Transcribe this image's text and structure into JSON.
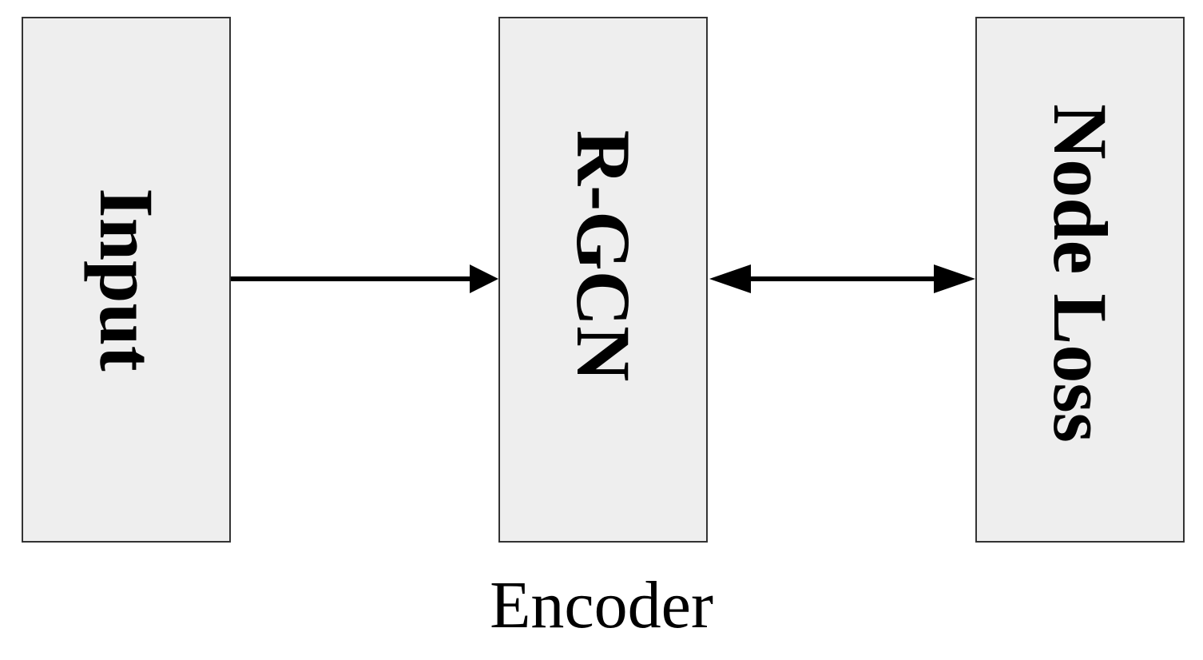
{
  "diagram": {
    "nodes": [
      {
        "id": "input",
        "label": "Input"
      },
      {
        "id": "rgcn",
        "label": "R-GCN"
      },
      {
        "id": "node_loss",
        "label": "Node Loss"
      }
    ],
    "edges": [
      {
        "from": "input",
        "to": "rgcn",
        "direction": "forward"
      },
      {
        "from": "rgcn",
        "to": "node_loss",
        "direction": "bidirectional"
      }
    ],
    "caption": "Encoder",
    "colors": {
      "block_fill": "#eeeeee",
      "block_border": "#333333",
      "arrow": "#000000",
      "text": "#000000"
    }
  }
}
